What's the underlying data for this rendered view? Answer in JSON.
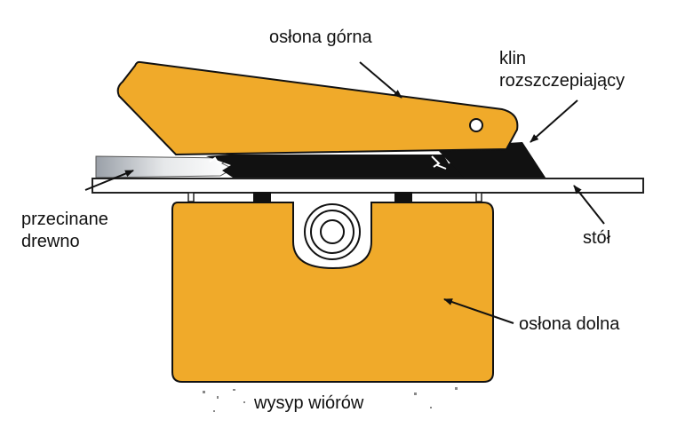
{
  "labels": {
    "upper_guard": "osłona górna",
    "riving_knife_line1": "klin",
    "riving_knife_line2": "rozszczepiający",
    "workpiece_line1": "przecinane",
    "workpiece_line2": "drewno",
    "table": "stół",
    "lower_guard": "osłona dolna",
    "chips": "wysyp wiórów"
  },
  "colors": {
    "guard_fill": "#f0aa2a",
    "outline": "#111111",
    "table_fill": "#ffffff",
    "wood_fill": "#c8ccd2"
  }
}
